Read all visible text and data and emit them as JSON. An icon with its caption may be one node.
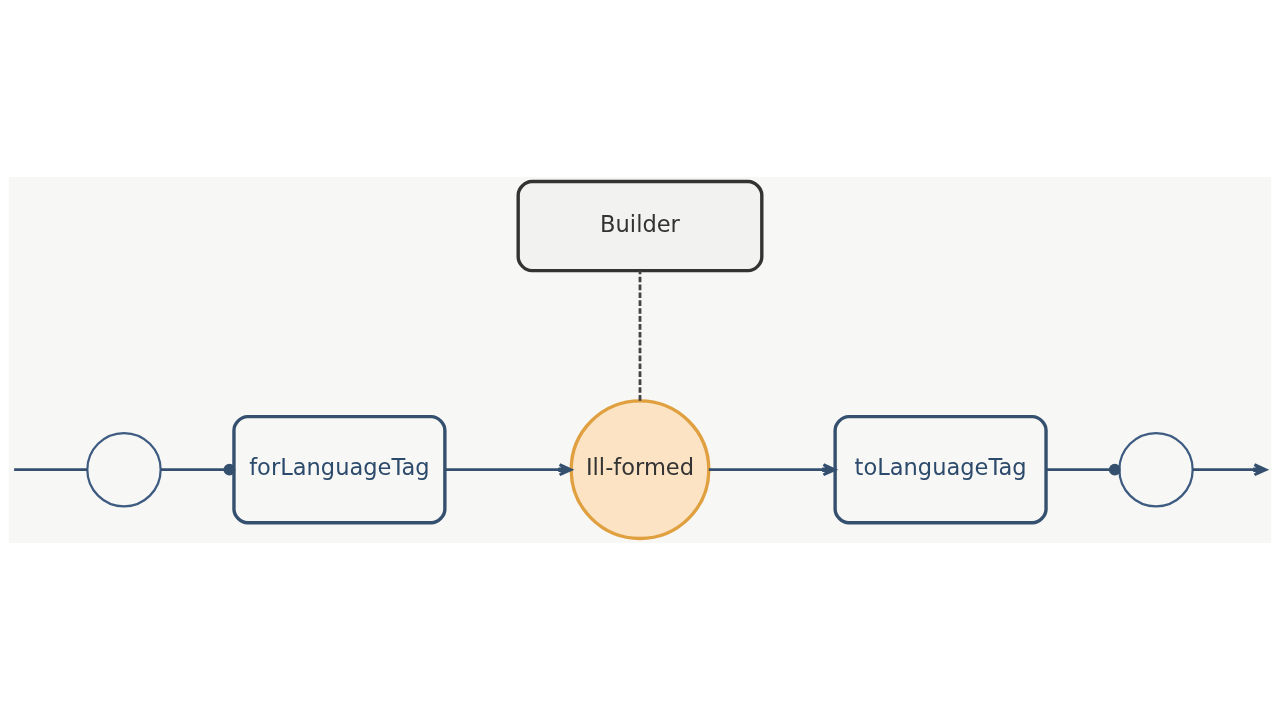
{
  "diagram": {
    "nodes": [
      {
        "text": [],
        "shape": "circle"
      },
      {
        "text": [
          "forLanguageTag"
        ]
      },
      {
        "text": [
          "Ill-formed"
        ]
      },
      {
        "text": [
          "toLanguageTag"
        ]
      },
      {
        "text": [],
        "shape": "circle"
      },
      {
        "text": [
          "Builder"
        ]
      }
    ],
    "edges": [
      {
        "from": null,
        "to": 0,
        "arrow": "none"
      },
      {
        "from": 0,
        "to": 1,
        "arrow": "other"
      },
      {
        "from": 1,
        "to": 2,
        "arrow": "to"
      },
      {
        "from": 2,
        "to": 3,
        "arrow": "to"
      },
      {
        "from": 3,
        "to": 4,
        "arrow": "other"
      },
      {
        "from": 4,
        "to": null,
        "arrow": "to"
      },
      {
        "from": 2,
        "to": 5,
        "arrow": "none",
        "style": "dashed"
      }
    ]
  }
}
